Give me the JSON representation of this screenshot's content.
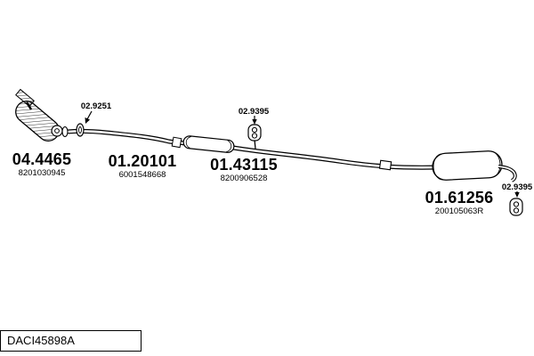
{
  "reference": "DACI45898A",
  "colors": {
    "ink": "#000000",
    "background": "#ffffff"
  },
  "parts": [
    {
      "id": "04.4465",
      "code": "8201030945"
    },
    {
      "id": "01.20101",
      "code": "6001548668"
    },
    {
      "id": "01.43115",
      "code": "8200906528"
    },
    {
      "id": "01.61256",
      "code": "200105063R"
    }
  ],
  "fasteners": [
    {
      "id": "02.9251"
    },
    {
      "id": "02.9395"
    },
    {
      "id": "02.9395"
    }
  ]
}
